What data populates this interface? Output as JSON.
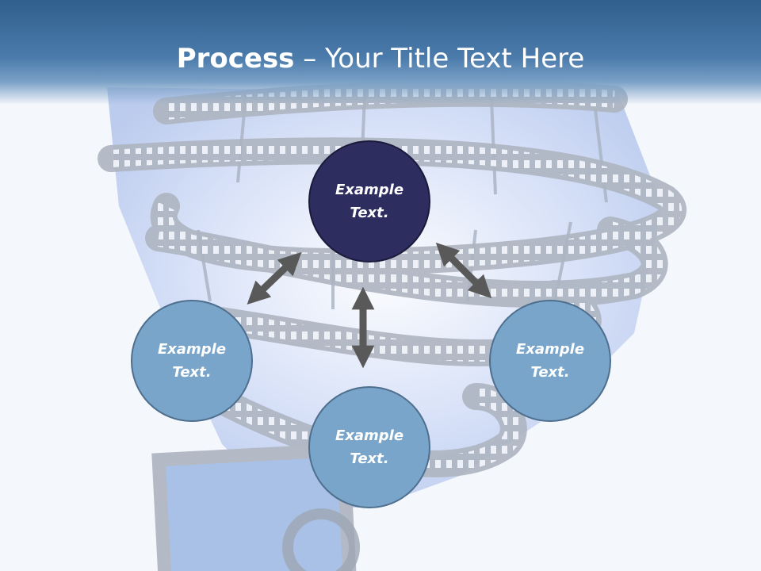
{
  "slide": {
    "title_bold": "Process",
    "title_rest": " – Your Title Text Here"
  },
  "diagram": {
    "center": {
      "line1": "Example",
      "line2": "Text."
    },
    "left": {
      "line1": "Example",
      "line2": "Text."
    },
    "right": {
      "line1": "Example",
      "line2": "Text."
    },
    "bottom": {
      "line1": "Example",
      "line2": "Text."
    }
  },
  "colors": {
    "header": "#305f8c",
    "center_node": "#2e2d60",
    "outer_node": "#7aa5cb",
    "arrow": "#595959"
  }
}
